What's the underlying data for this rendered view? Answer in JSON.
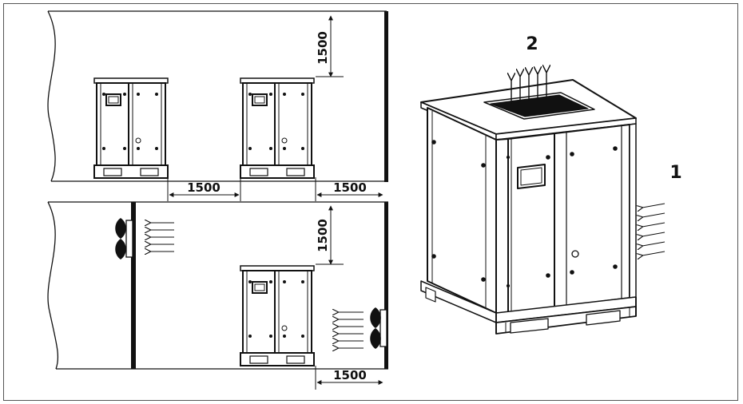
{
  "diagram": {
    "dimensions": {
      "top_clearance": "1500",
      "between_units": "1500",
      "wall_gap_top": "1500",
      "lower_clearance": "1500",
      "wall_gap_bottom": "1500"
    },
    "callouts": {
      "air_intake": "1",
      "air_exhaust": "2"
    }
  }
}
